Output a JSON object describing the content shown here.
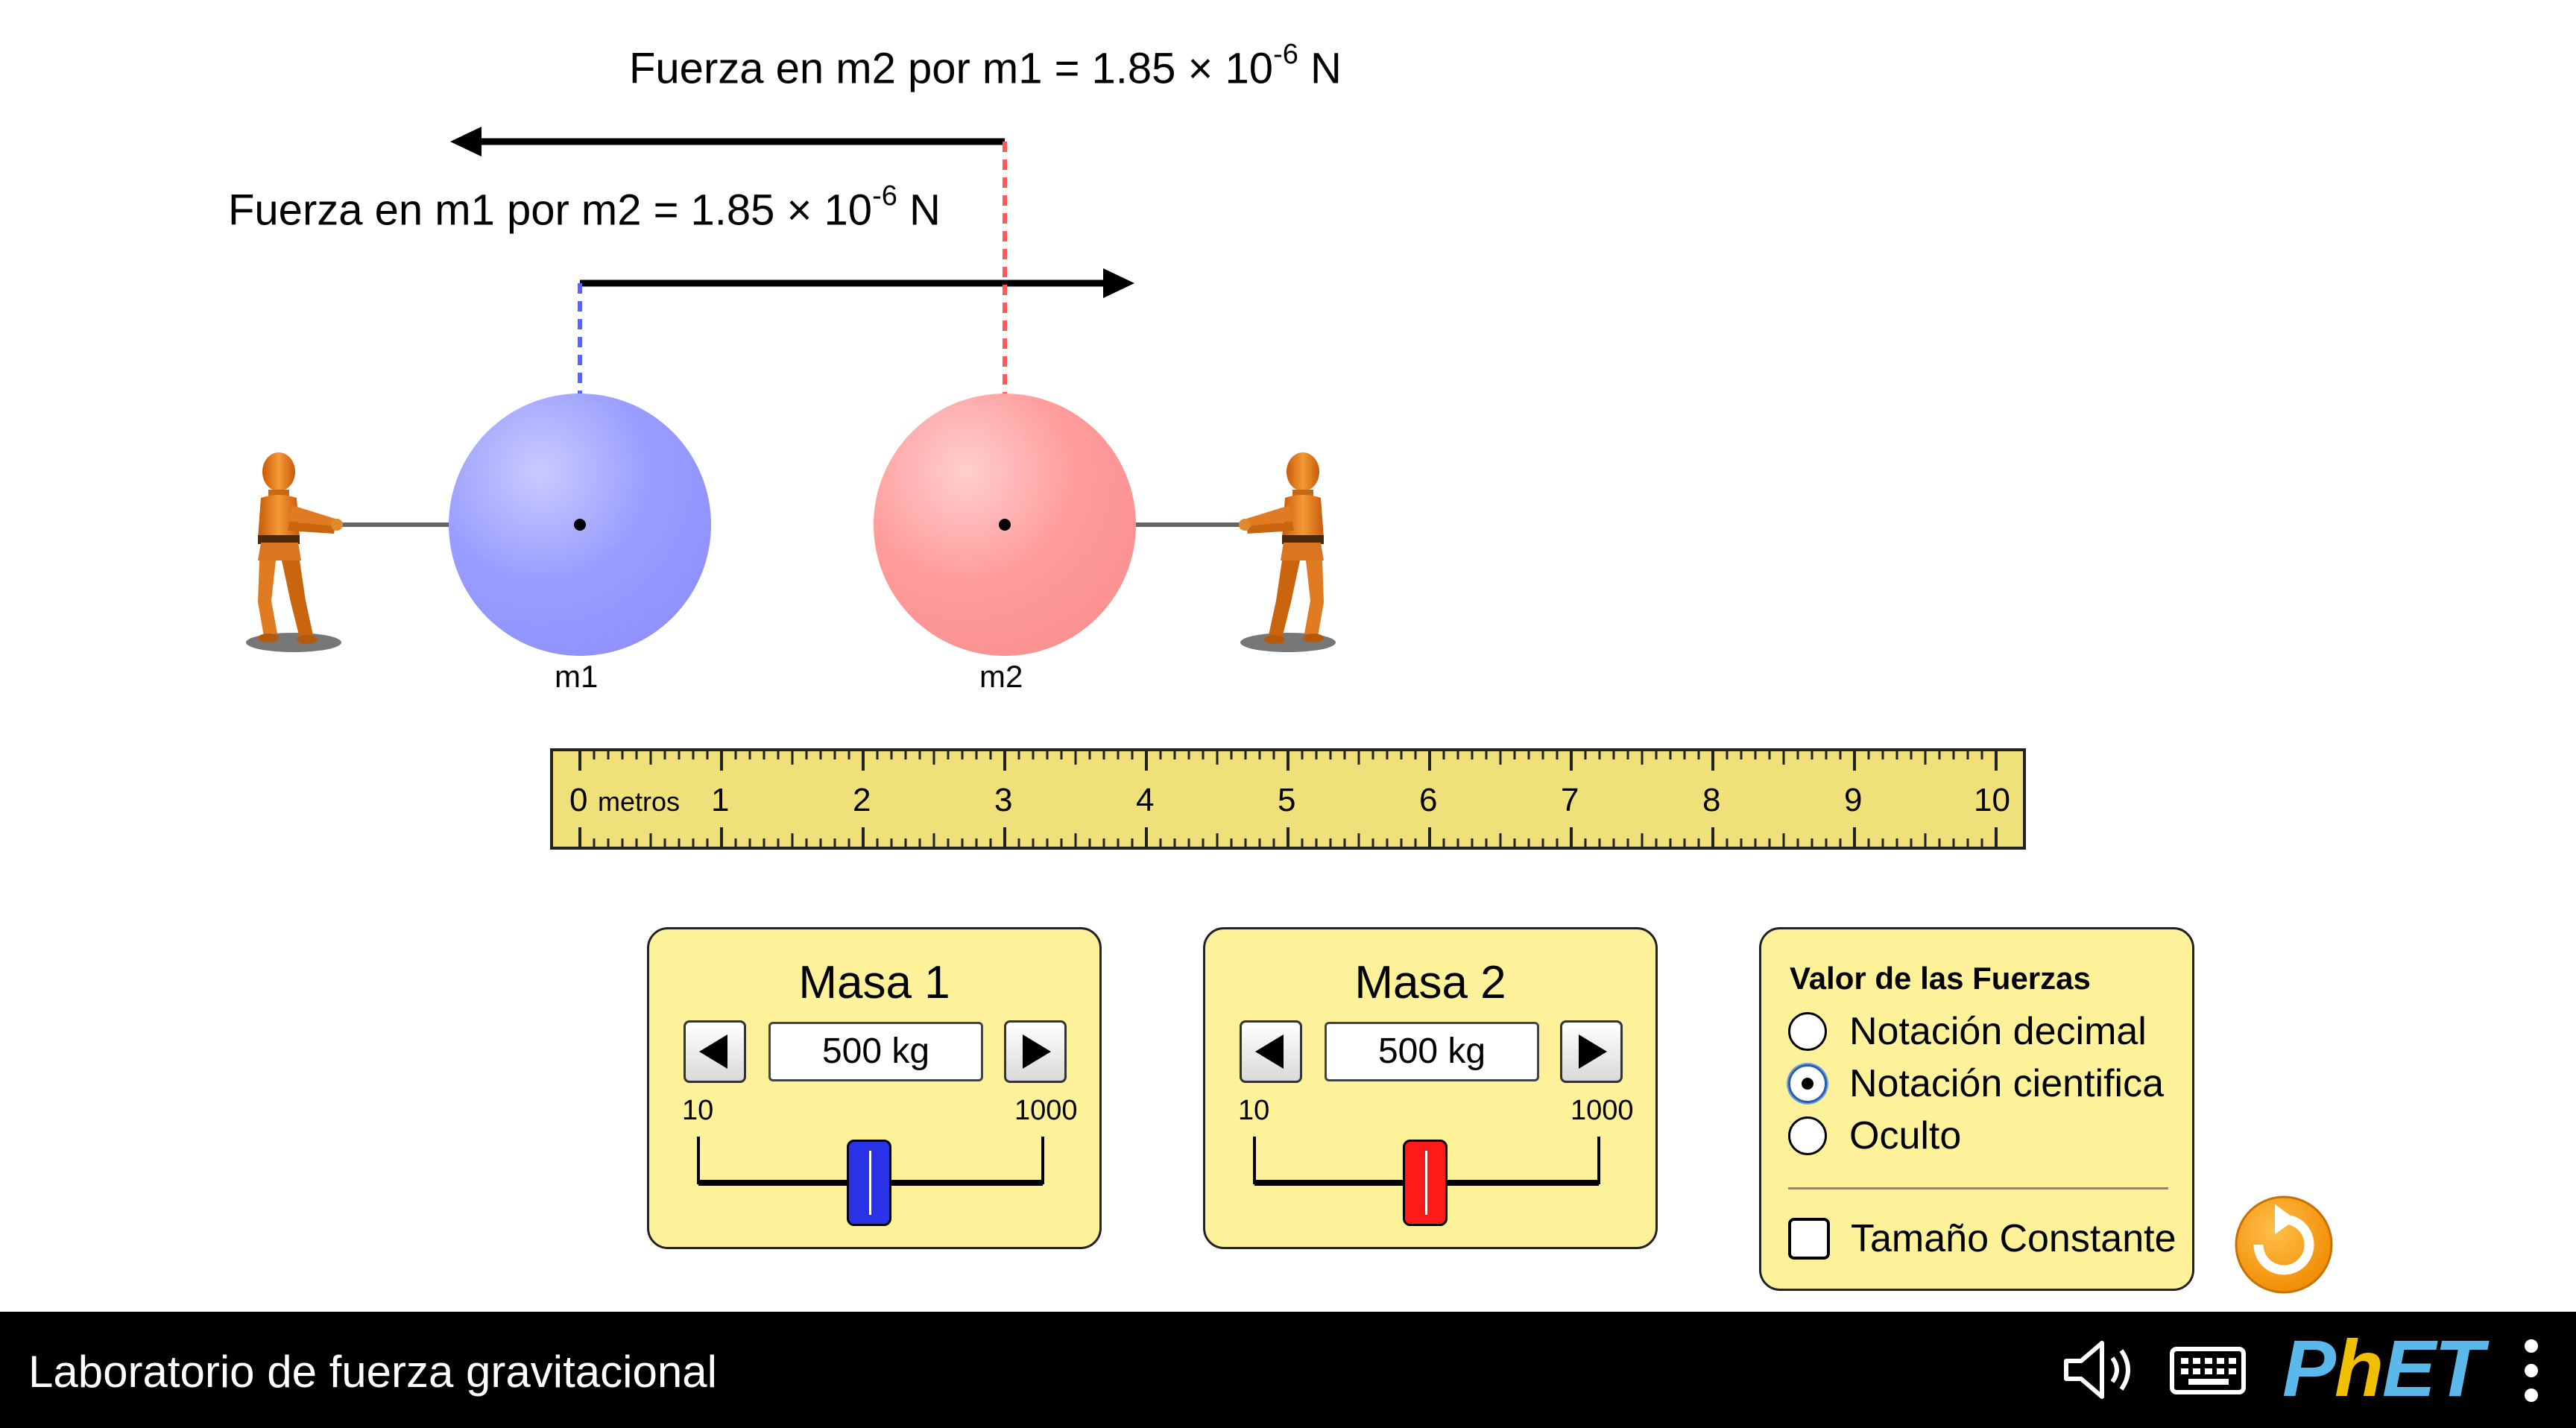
{
  "app": {
    "title": "Laboratorio de fuerza gravitacional"
  },
  "forces": {
    "m2_by_m1": {
      "prefix": "Fuerza en m2 por m1 = 1.85 × 10",
      "exponent": "-6",
      "unit": " N"
    },
    "m1_by_m2": {
      "prefix": "Fuerza en m1 por m2 = 1.85 × 10",
      "exponent": "-6",
      "unit": " N"
    }
  },
  "masses": {
    "m1": {
      "label": "m1",
      "color": "#9598ff"
    },
    "m2": {
      "label": "m2",
      "color": "#ff9a9a"
    }
  },
  "ruler": {
    "unit": "metros",
    "ticks": [
      "0",
      "1",
      "2",
      "3",
      "4",
      "5",
      "6",
      "7",
      "8",
      "9",
      "10"
    ],
    "color": "#efe07a"
  },
  "mass1_panel": {
    "title": "Masa 1",
    "value": "500 kg",
    "min_label": "10",
    "max_label": "1000",
    "slider_value": 500,
    "slider_min": 10,
    "slider_max": 1000,
    "thumb_color": "#2a32e8"
  },
  "mass2_panel": {
    "title": "Masa 2",
    "value": "500 kg",
    "min_label": "10",
    "max_label": "1000",
    "slider_value": 500,
    "slider_min": 10,
    "slider_max": 1000,
    "thumb_color": "#ff1a1a"
  },
  "force_values_panel": {
    "title": "Valor de las Fuerzas",
    "options": [
      {
        "label": "Notación decimal",
        "checked": false
      },
      {
        "label": "Notación cientifica",
        "checked": true
      },
      {
        "label": "Oculto",
        "checked": false
      }
    ],
    "constant_size_label": "Tamaño Constante",
    "constant_size_checked": false
  },
  "icons": {
    "sound": "speaker-icon",
    "keyboard": "keyboard-icon",
    "menu": "vertical-dots-icon",
    "reset": "reset-icon"
  },
  "brand": {
    "logo_text_a": "P",
    "logo_text_h": "h",
    "logo_text_b": "ET",
    "color": "#5ab8ea",
    "accent": "#f0c000"
  }
}
